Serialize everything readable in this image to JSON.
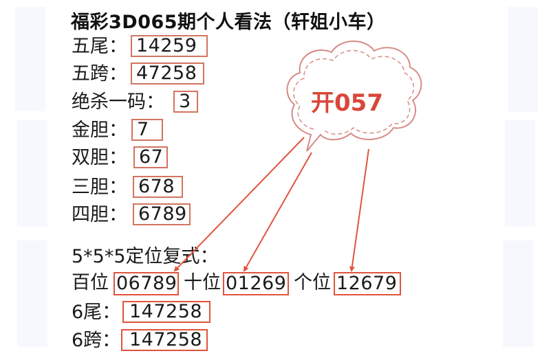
{
  "title": "福彩3D065期个人看法（轩姐小车）",
  "rows": [
    {
      "label": "五尾：",
      "value": "14259"
    },
    {
      "label": "五跨：",
      "value": "47258"
    },
    {
      "label": "绝杀一码：",
      "value": "3"
    },
    {
      "label": "金胆：",
      "value": "7"
    },
    {
      "label": "双胆：",
      "value": "67"
    },
    {
      "label": "三胆：",
      "value": "678"
    },
    {
      "label": "四胆：",
      "value": "6789"
    }
  ],
  "positional": {
    "heading": "5*5*5定位复式：",
    "hundreds_label": "百位",
    "hundreds_value": "06789",
    "tens_label": "十位",
    "tens_value": "01269",
    "units_label": "个位",
    "units_value": "12679"
  },
  "extra_rows": [
    {
      "label": "6尾：",
      "value": "147258"
    },
    {
      "label": "6跨：",
      "value": "147258"
    }
  ],
  "callout": {
    "text": "开057",
    "color": "#d9473a"
  },
  "colors": {
    "box_border": "#d2735f",
    "arrow": "#e0533c",
    "panel_bg": "#f7f8fd"
  }
}
